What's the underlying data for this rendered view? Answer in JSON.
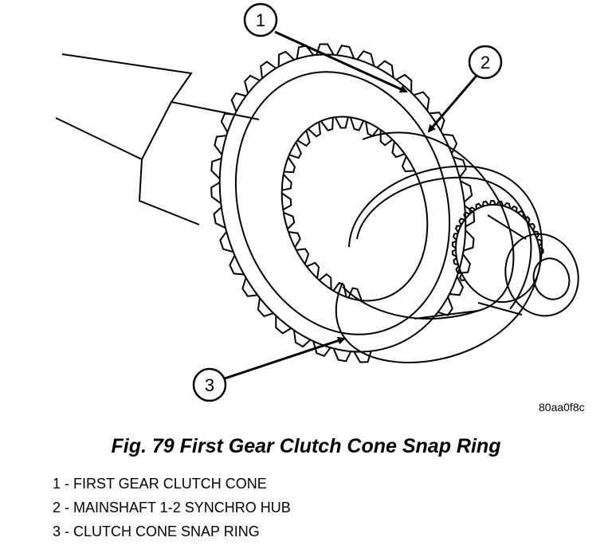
{
  "callouts": [
    {
      "number": "1",
      "label": "FIRST GEAR CLUTCH CONE"
    },
    {
      "number": "2",
      "label": "MAINSHAFT 1-2 SYNCHRO HUB"
    },
    {
      "number": "3",
      "label": "CLUTCH CONE SNAP RING"
    }
  ],
  "figure_code": "80aa0f8c",
  "caption": "Fig. 79 First Gear Clutch Cone Snap Ring",
  "legend": [
    "1 - FIRST GEAR CLUTCH CONE",
    "2 - MAINSHAFT 1-2 SYNCHRO HUB",
    "3 - CLUTCH CONE SNAP RING"
  ]
}
